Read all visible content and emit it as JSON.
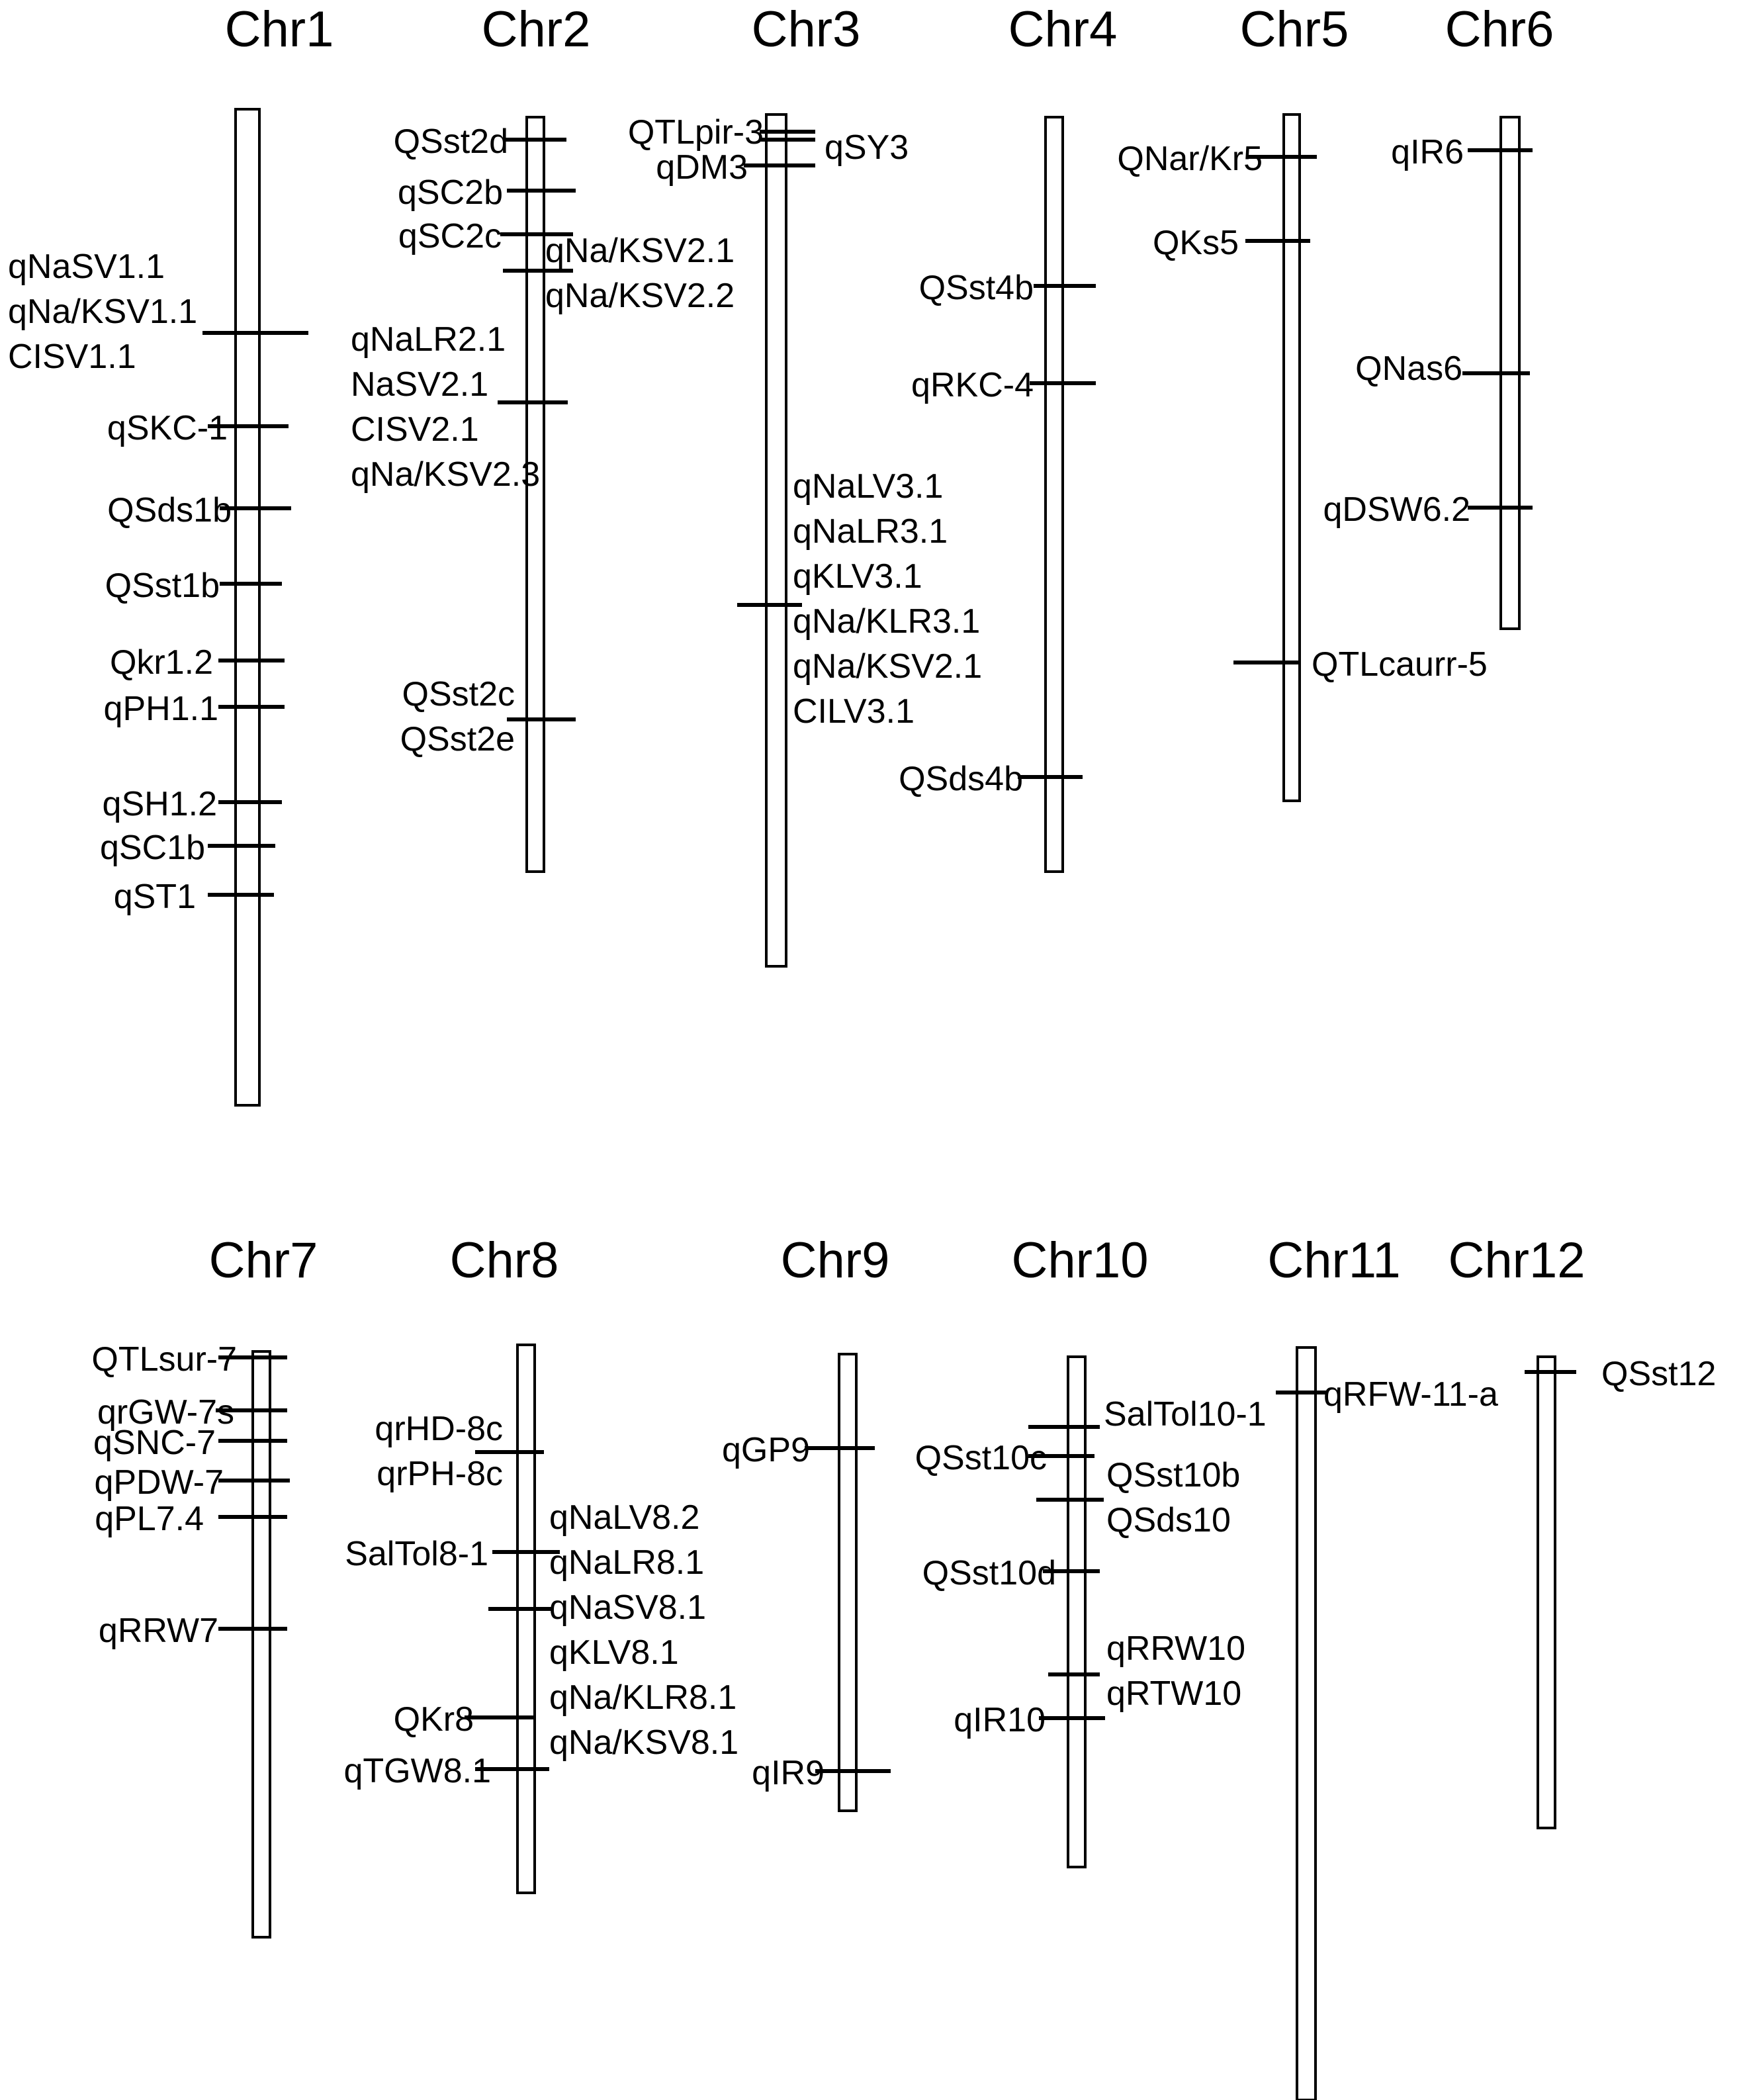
{
  "chromosomes": [
    {
      "title": "Chr1",
      "markers": [
        {
          "labels": [
            "qNaSV1.1",
            "qNa/KSV1.1",
            "CISV1.1"
          ]
        },
        {
          "labels": [
            "qSKC-1"
          ]
        },
        {
          "labels": [
            "QSds1b"
          ]
        },
        {
          "labels": [
            "QSst1b"
          ]
        },
        {
          "labels": [
            "Qkr1.2"
          ]
        },
        {
          "labels": [
            "qPH1.1"
          ]
        },
        {
          "labels": [
            "qSH1.2"
          ]
        },
        {
          "labels": [
            "qSC1b"
          ]
        },
        {
          "labels": [
            "qST1"
          ]
        }
      ]
    },
    {
      "title": "Chr2",
      "markers": [
        {
          "labels": [
            "QSst2d"
          ]
        },
        {
          "labels": [
            "qSC2b"
          ]
        },
        {
          "labels": [
            "qSC2c"
          ]
        },
        {
          "labels": [
            "qNa/KSV2.1",
            "qNa/KSV2.2"
          ]
        },
        {
          "labels": [
            "qNaLR2.1",
            "NaSV2.1",
            "CISV2.1",
            "qNa/KSV2.3"
          ]
        },
        {
          "labels": [
            "QSst2c",
            "QSst2e"
          ]
        }
      ]
    },
    {
      "title": "Chr3",
      "markers": [
        {
          "labels": [
            "QTLpir-3"
          ]
        },
        {
          "labels": [
            "qSY3"
          ]
        },
        {
          "labels": [
            "qDM3"
          ]
        },
        {
          "labels": [
            "qNaLV3.1",
            "qNaLR3.1",
            "qKLV3.1",
            "qNa/KLR3.1",
            "qNa/KSV2.1",
            "CILV3.1"
          ]
        }
      ]
    },
    {
      "title": "Chr4",
      "markers": [
        {
          "labels": [
            "QSst4b"
          ]
        },
        {
          "labels": [
            "qRKC-4"
          ]
        },
        {
          "labels": [
            "QSds4b"
          ]
        }
      ]
    },
    {
      "title": "Chr5",
      "markers": [
        {
          "labels": [
            "QNar/Kr5"
          ]
        },
        {
          "labels": [
            "QKs5"
          ]
        },
        {
          "labels": [
            "QTLcaurr-5"
          ]
        }
      ]
    },
    {
      "title": "Chr6",
      "markers": [
        {
          "labels": [
            "qIR6"
          ]
        },
        {
          "labels": [
            "QNas6"
          ]
        },
        {
          "labels": [
            "qDSW6.2"
          ]
        }
      ]
    },
    {
      "title": "Chr7",
      "markers": [
        {
          "labels": [
            "QTLsur-7"
          ]
        },
        {
          "labels": [
            "qrGW-7s"
          ]
        },
        {
          "labels": [
            "qSNC-7"
          ]
        },
        {
          "labels": [
            "qPDW-7"
          ]
        },
        {
          "labels": [
            "qPL7.4"
          ]
        },
        {
          "labels": [
            "qRRW7"
          ]
        }
      ]
    },
    {
      "title": "Chr8",
      "markers": [
        {
          "labels": [
            "qrHD-8c",
            "qrPH-8c"
          ]
        },
        {
          "labels": [
            "SalTol8-1"
          ]
        },
        {
          "labels": [
            "qNaLV8.2",
            "qNaLR8.1",
            "qNaSV8.1",
            "qKLV8.1",
            "qNa/KLR8.1",
            "qNa/KSV8.1"
          ]
        },
        {
          "labels": [
            "QKr8"
          ]
        },
        {
          "labels": [
            "qTGW8.1"
          ]
        }
      ]
    },
    {
      "title": "Chr9",
      "markers": [
        {
          "labels": [
            "qGP9"
          ]
        },
        {
          "labels": [
            "qIR9"
          ]
        }
      ]
    },
    {
      "title": "Chr10",
      "markers": [
        {
          "labels": [
            "SalTol10-1"
          ]
        },
        {
          "labels": [
            "QSst10c"
          ]
        },
        {
          "labels": [
            "QSst10b",
            "QSds10"
          ]
        },
        {
          "labels": [
            "QSst10d"
          ]
        },
        {
          "labels": [
            "qRRW10",
            "qRTW10"
          ]
        },
        {
          "labels": [
            "qIR10"
          ]
        }
      ]
    },
    {
      "title": "Chr11",
      "markers": [
        {
          "labels": [
            "qRFW-11-a"
          ]
        }
      ]
    },
    {
      "title": "Chr12",
      "markers": [
        {
          "labels": [
            "QSst12"
          ]
        }
      ]
    }
  ]
}
